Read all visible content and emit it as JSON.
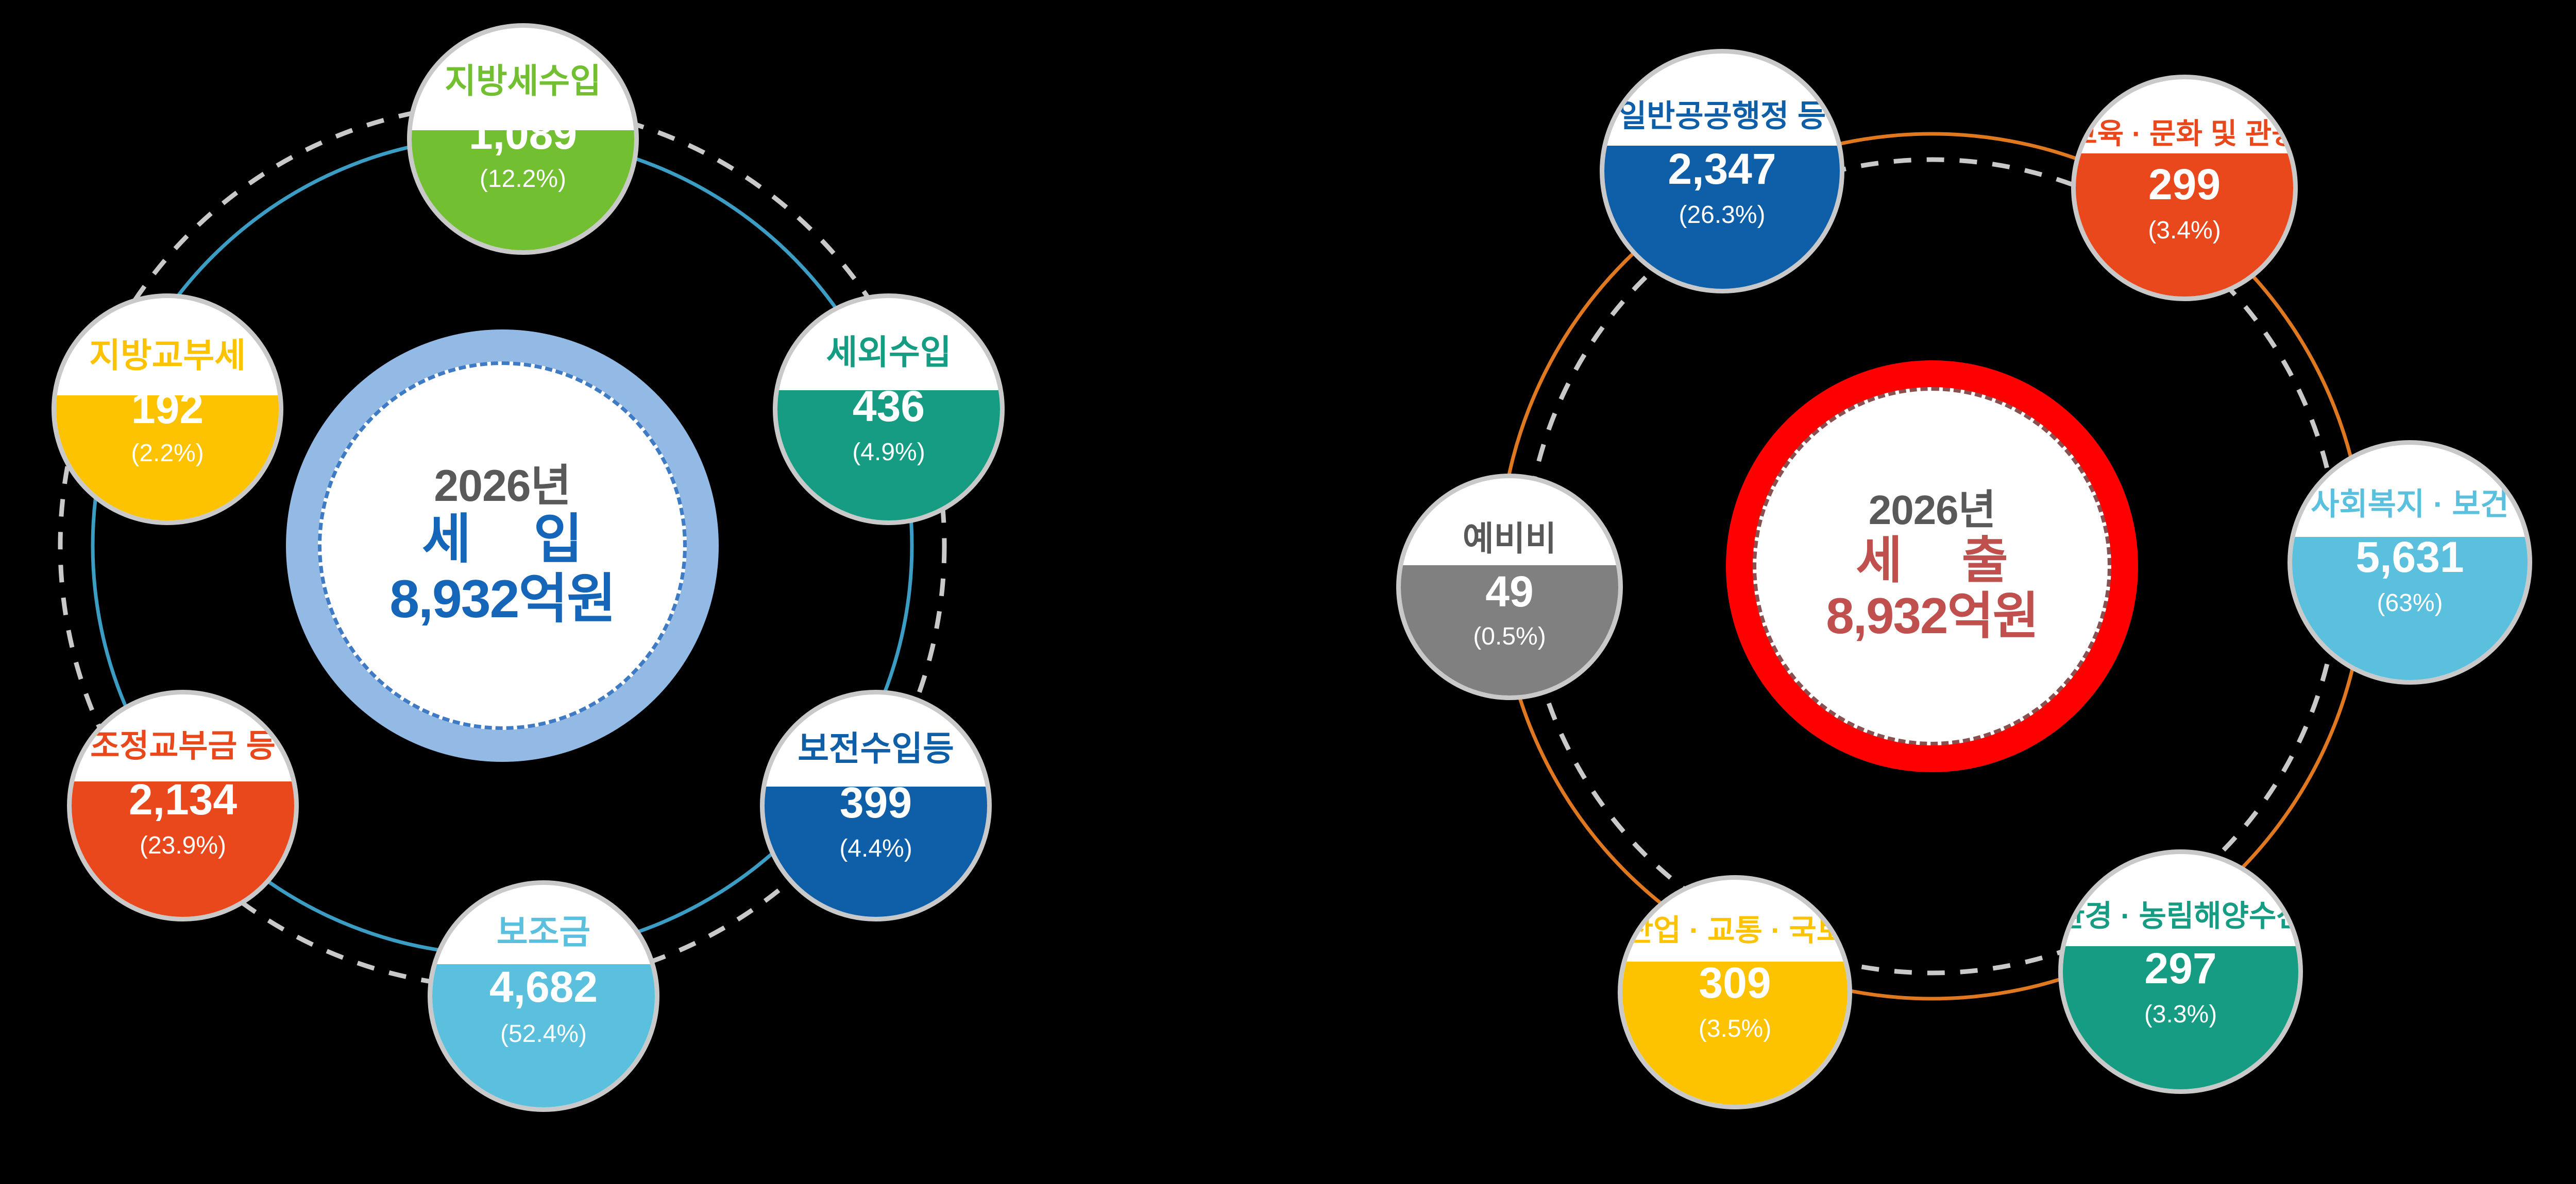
{
  "panels": [
    {
      "id": "revenue",
      "hub": {
        "year": "2026년",
        "title": "세  입",
        "amount": "8,932억원",
        "ring_color": "#93B9E5",
        "text_color": "#1565B8"
      },
      "orbit_solid_color": "#3C9DC4",
      "orbit_dashed_color": "#C9C9C9",
      "items": [
        {
          "label": "지방세수입",
          "value": "1,089",
          "pct": "(12.2%)",
          "color": "#72BF31"
        },
        {
          "label": "세외수입",
          "value": "436",
          "pct": "(4.9%)",
          "color": "#159C82"
        },
        {
          "label": "보전수입등",
          "value": "399",
          "pct": "(4.4%)",
          "color": "#0F5EA8"
        },
        {
          "label": "보조금",
          "value": "4,682",
          "pct": "(52.4%)",
          "color": "#5BC0DE"
        },
        {
          "label": "조정교부금 등",
          "value": "2,134",
          "pct": "(23.9%)",
          "color": "#E8481C"
        },
        {
          "label": "지방교부세",
          "value": "192",
          "pct": "(2.2%)",
          "color": "#FDC300"
        }
      ]
    },
    {
      "id": "expenditure",
      "hub": {
        "year": "2026년",
        "title": "세  출",
        "amount": "8,932억원",
        "ring_color": "#FF0000",
        "text_color": "#C0504D"
      },
      "orbit_solid_color": "#E07820",
      "orbit_dashed_color": "#C9C9C9",
      "items": [
        {
          "label": "일반공공행정 등",
          "value": "2,347",
          "pct": "(26.3%)",
          "color": "#0F5EA8"
        },
        {
          "label": "교육 · 문화 및 관광",
          "value": "299",
          "pct": "(3.4%)",
          "color": "#E8481C"
        },
        {
          "label": "사회복지 · 보건",
          "value": "5,631",
          "pct": "(63%)",
          "color": "#5BC0DE"
        },
        {
          "label": "환경 · 농림해양수산",
          "value": "297",
          "pct": "(3.3%)",
          "color": "#159C82"
        },
        {
          "label": "산업 · 교통 · 국토",
          "value": "309",
          "pct": "(3.5%)",
          "color": "#FDC300"
        },
        {
          "label": "예비비",
          "value": "49",
          "pct": "(0.5%)",
          "color": "#808080"
        }
      ]
    }
  ],
  "chart_data": [
    {
      "type": "pie",
      "title": "2026년 세입 8,932억원",
      "categories": [
        "지방세수입",
        "세외수입",
        "보전수입등",
        "보조금",
        "조정교부금 등",
        "지방교부세"
      ],
      "values": [
        1089,
        436,
        399,
        4682,
        2134,
        192
      ],
      "percents": [
        12.2,
        4.9,
        4.4,
        52.4,
        23.9,
        2.2
      ],
      "unit": "억원",
      "total": 8932,
      "legend": "inline-bubbles"
    },
    {
      "type": "pie",
      "title": "2026년 세출 8,932억원",
      "categories": [
        "일반공공행정 등",
        "교육 · 문화 및 관광",
        "사회복지 · 보건",
        "환경 · 농림해양수산",
        "산업 · 교통 · 국토",
        "예비비"
      ],
      "values": [
        2347,
        299,
        5631,
        297,
        309,
        49
      ],
      "percents": [
        26.3,
        3.4,
        63.0,
        3.3,
        3.5,
        0.5
      ],
      "unit": "억원",
      "total": 8932,
      "legend": "inline-bubbles"
    }
  ]
}
